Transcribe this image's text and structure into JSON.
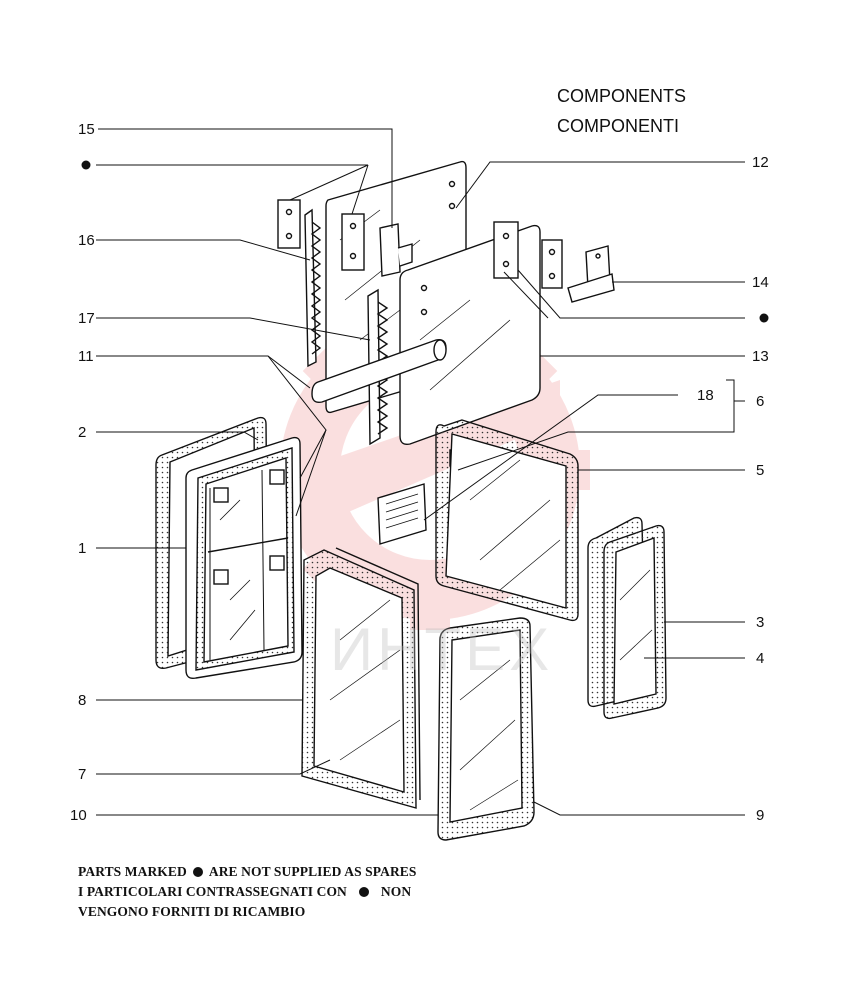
{
  "header": {
    "title_en": "COMPONENTS",
    "title_it": "COMPONENTI"
  },
  "callouts": {
    "c1": "1",
    "c2": "2",
    "c3": "3",
    "c4": "4",
    "c5": "5",
    "c6": "6",
    "c7": "7",
    "c8": "8",
    "c9": "9",
    "c10": "10",
    "c11": "11",
    "c12": "12",
    "c13": "13",
    "c14": "14",
    "c15": "15",
    "c16": "16",
    "c17": "17",
    "c18": "18"
  },
  "footnote": {
    "line1_a": "PARTS MARKED",
    "line1_b": "ARE NOT SUPPLIED AS SPARES",
    "line2_a": "I PARTICOLARI CONTRASSEGNATI CON",
    "line2_b": "NON",
    "line3": "VENGONO FORNITI DI RICAMBIO"
  },
  "watermark": {
    "text": "ИНТЕХ",
    "color": "#f4b8b8"
  },
  "colors": {
    "line": "#111111",
    "watermark_fill": "#f6c6c6"
  }
}
